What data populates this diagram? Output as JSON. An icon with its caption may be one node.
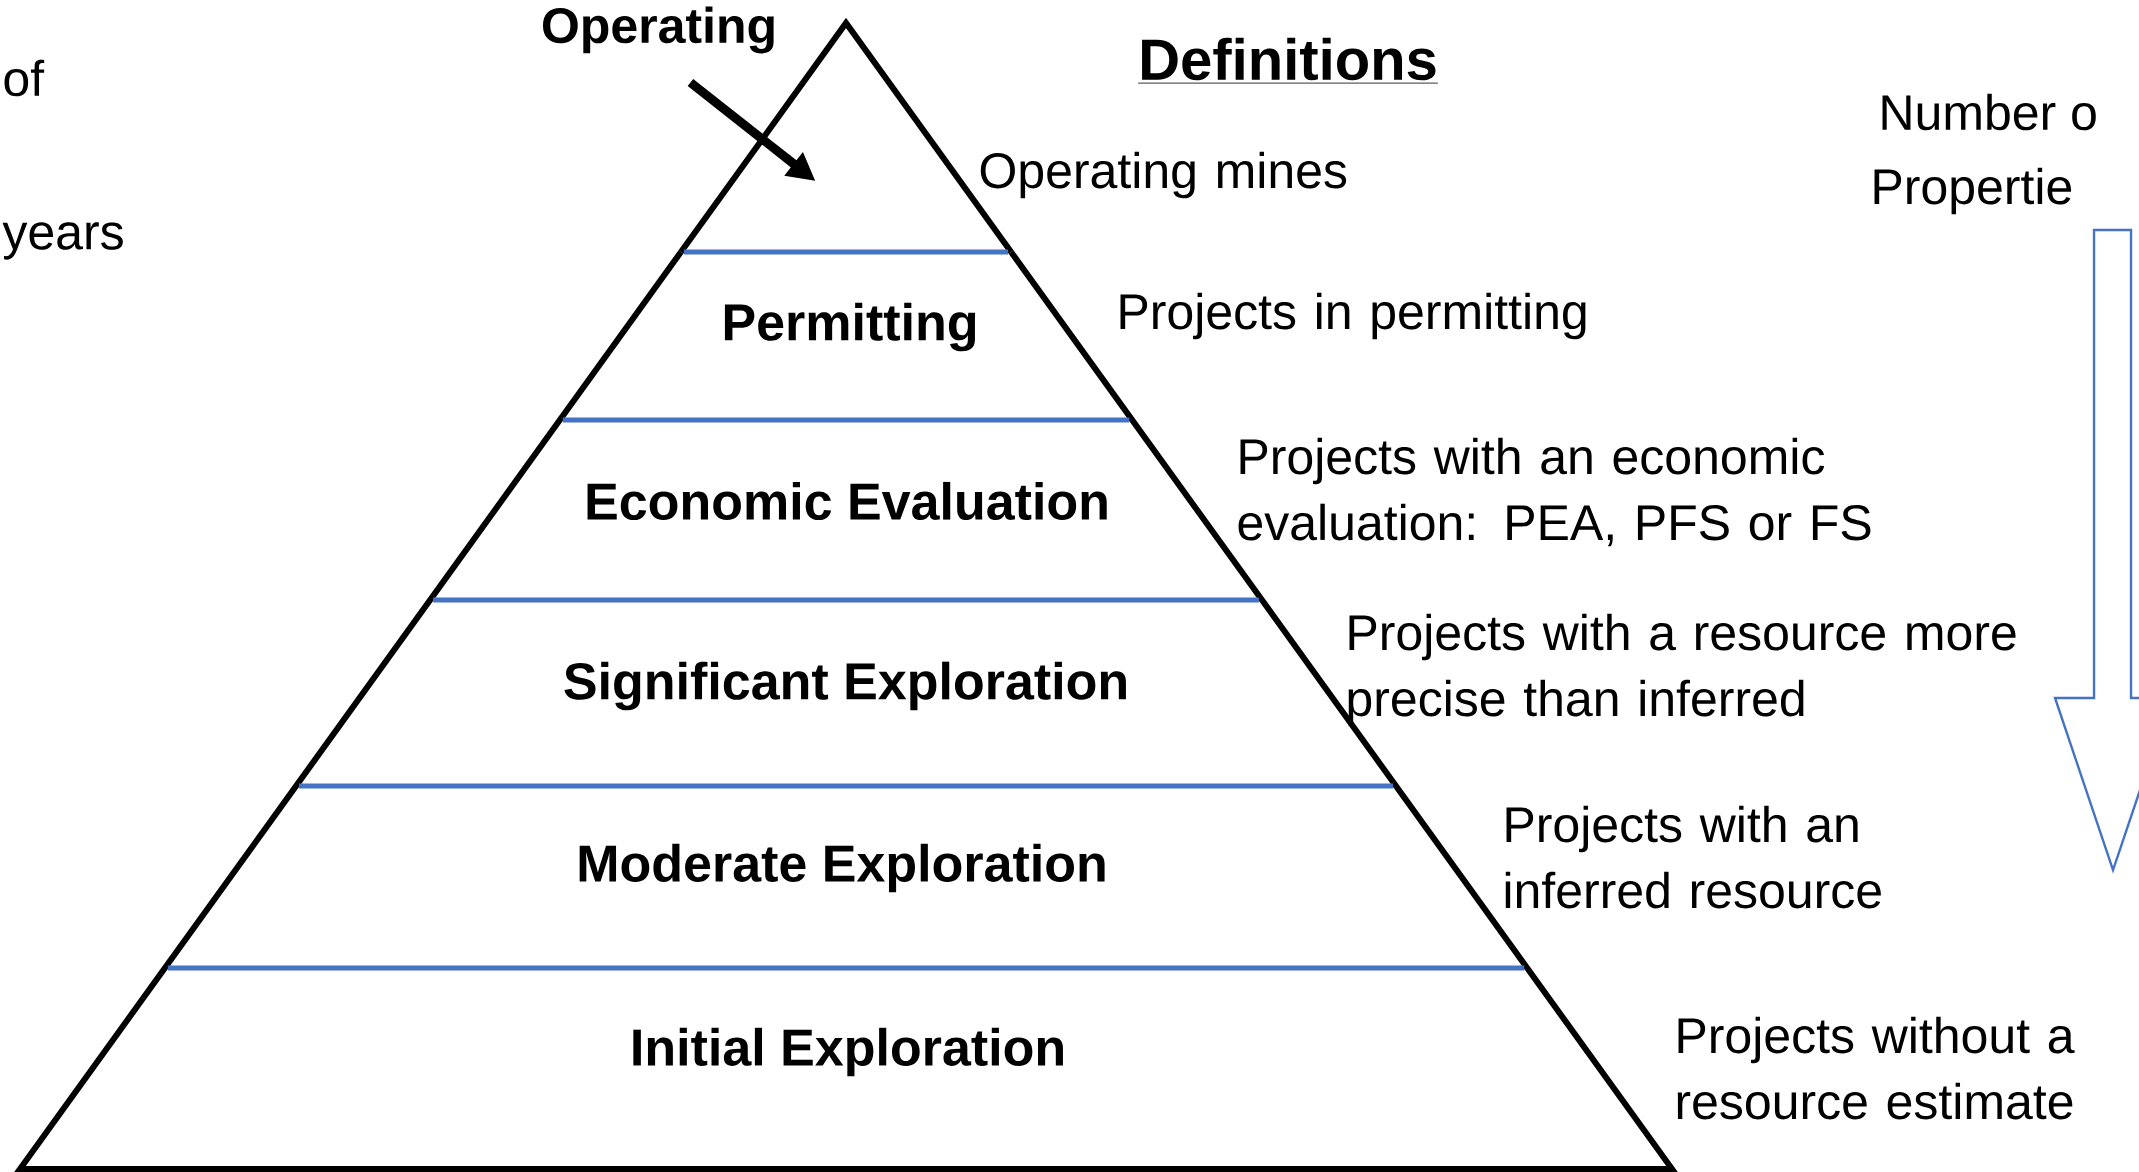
{
  "diagram": {
    "title": "Definitions",
    "nodes": [
      {
        "text": [
          "Operating"
        ]
      },
      {
        "text": [],
        "shape": "triangle"
      },
      {
        "text": [
          "Permitting"
        ]
      },
      {
        "text": [
          "Economic Evaluation"
        ]
      },
      {
        "text": [
          "Significant Exploration"
        ]
      },
      {
        "text": [
          "Moderate Exploration"
        ]
      },
      {
        "text": [
          "Initial Exploration"
        ]
      }
    ],
    "edges": [
      {
        "from": 0,
        "to": 1,
        "arrow": "to"
      }
    ],
    "labels": [
      "of",
      "Operating mines",
      "years",
      "Projects in permitting",
      "Projects with an economic evaluation: PEA, PFS or FS",
      "Projects with a resource more precise than inferred",
      "Projects with an inferred resource",
      "Projects without a resource estimate",
      "Number o",
      "Propertie"
    ]
  }
}
